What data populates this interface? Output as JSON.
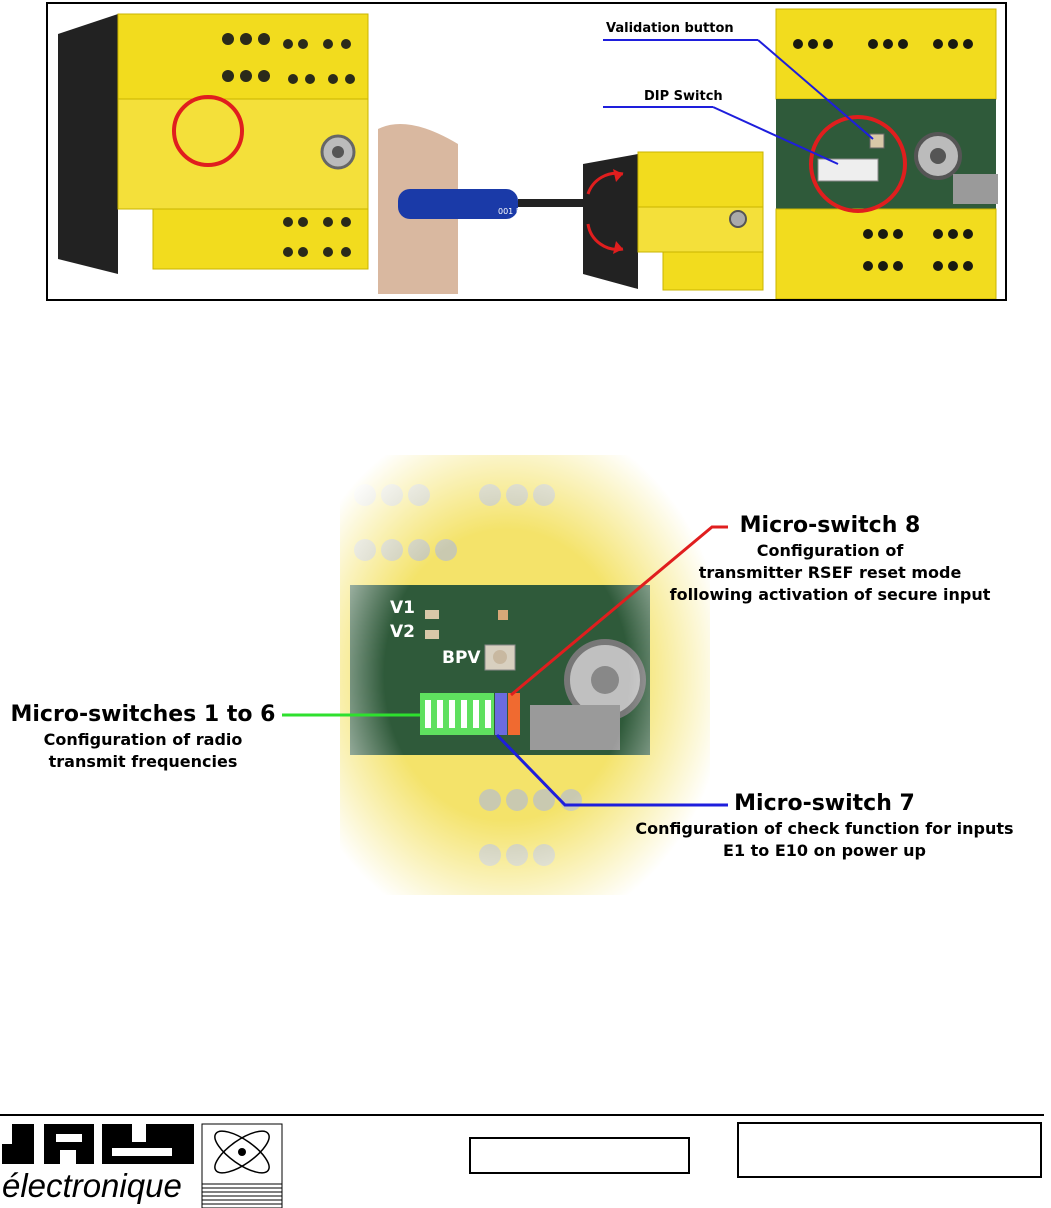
{
  "top_figure": {
    "callout_validation": "Validation button",
    "callout_dip": "DIP Switch"
  },
  "detail_figure": {
    "v1": "V1",
    "v2": "V2",
    "bpv": "BPV",
    "ms8": {
      "title": "Micro-switch 8",
      "lines": [
        "Configuration of",
        "transmitter RSEF reset mode",
        "following activation of secure input"
      ]
    },
    "ms16": {
      "title": "Micro-switches 1 to 6",
      "lines": [
        "Configuration of radio",
        "transmit frequencies"
      ]
    },
    "ms7": {
      "title": "Micro-switch 7",
      "lines": [
        "Configuration of check function for inputs",
        "E1 to E10 on power up"
      ]
    }
  },
  "footer": {
    "logo_text": "électronique"
  },
  "colors": {
    "device_yellow": "#f2dc1e",
    "pcb_green": "#2f5a3a",
    "leader_red": "#e01e1e",
    "leader_blue": "#1e1edc",
    "leader_green": "#2ee02e"
  }
}
